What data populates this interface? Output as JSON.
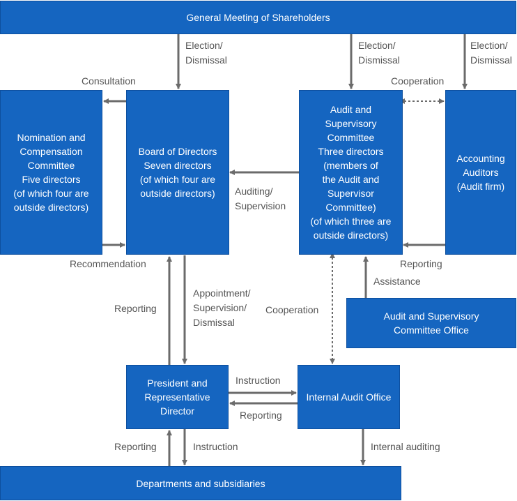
{
  "nodes": {
    "shareholders": "General Meeting of Shareholders",
    "nomination": "Nomination and\nCompensation\nCommittee\nFive directors\n(of which four are\noutside directors)",
    "board": "Board of Directors\nSeven directors\n(of which four are\noutside directors)",
    "audit_committee": "Audit and\nSupervisory\nCommittee\nThree directors\n(members of\nthe Audit and\nSupervisor\nCommittee)\n(of which three are\noutside directors)",
    "accounting": "Accounting\nAuditors\n(Audit firm)",
    "audit_office": "Audit and Supervisory\nCommittee Office",
    "president": "President and\nRepresentative\nDirector",
    "internal_audit": "Internal Audit Office",
    "departments": "Departments and subsidiaries"
  },
  "labels": {
    "election1": "Election/\nDismissal",
    "election2": "Election/\nDismissal",
    "election3": "Election/\nDismissal",
    "consultation": "Consultation",
    "cooperation_top": "Cooperation",
    "recommendation": "Recommendation",
    "auditing": "Auditing/\nSupervision",
    "reporting_acc": "Reporting",
    "assistance": "Assistance",
    "reporting_board": "Reporting",
    "appointment": "Appointment/\nSupervision/\nDismissal",
    "cooperation_mid": "Cooperation",
    "instruction_ia": "Instruction",
    "reporting_ia": "Reporting",
    "reporting_dept": "Reporting",
    "instruction_dept": "Instruction",
    "internal_auditing": "Internal auditing"
  },
  "colors": {
    "box_fill": "#1565c0",
    "box_text": "#ffffff",
    "arrow": "#6b6b6b",
    "label_text": "#555555"
  }
}
